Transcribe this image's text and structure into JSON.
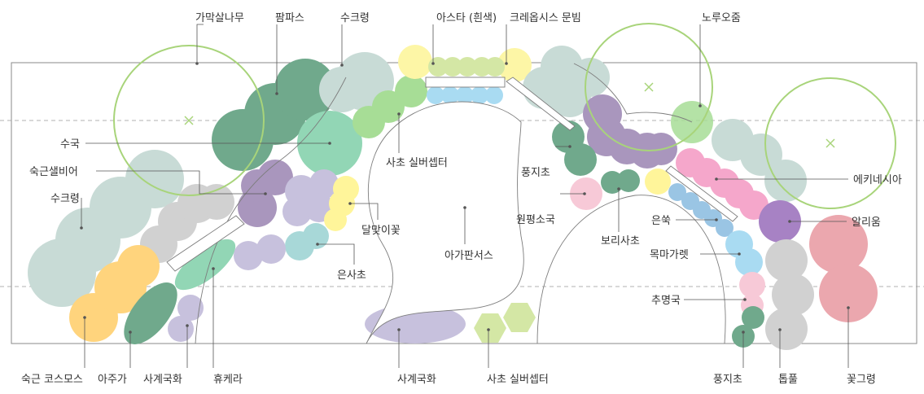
{
  "labels": {
    "l01": "가막살나무",
    "l02": "팜파스",
    "l03": "수크령",
    "l04": "아스타 (흰색)",
    "l05": "크레옵시스 문빔",
    "l06": "노루오줌",
    "l07": "수국",
    "l08": "숙근샐비어",
    "l09": "수크령",
    "l10": "사초 실버셉터",
    "l11": "풍지초",
    "l12": "에키네시아",
    "l13": "원평소국",
    "l14": "알리움",
    "l15": "달맞이꽃",
    "l16": "아가판서스",
    "l17": "은쑥",
    "l18": "보리사초",
    "l19": "은사초",
    "l20": "목마가렛",
    "l21": "추명국",
    "l22": "숙근 코스모스",
    "l23": "아주가",
    "l24": "사계국화",
    "l25": "휴케라",
    "l26": "사계국화",
    "l27": "사초 실버셉터",
    "l28": "풍지초",
    "l29": "톱풀",
    "l30": "꽃그령"
  },
  "colors": {
    "sage": "#c8dbd6",
    "darkgreen": "#70a98c",
    "mint": "#92d6b5",
    "lavender": "#c7c1dd",
    "mauve": "#a996bd",
    "purple": "#a782c4",
    "yellow": "#fff59a",
    "paleyellow": "#fdf6a6",
    "orange": "#ffd47d",
    "pink": "#f5a7cb",
    "lightpink": "#f7c9d7",
    "rose": "#eba7ae",
    "lightblue": "#a9dbf2",
    "blue": "#9ac5e4",
    "gray": "#d1d1d1",
    "teal": "#a8d8d8",
    "lime": "#d4e7a5",
    "lightgreen": "#a7dd96",
    "treeline": "#a8d47a"
  }
}
